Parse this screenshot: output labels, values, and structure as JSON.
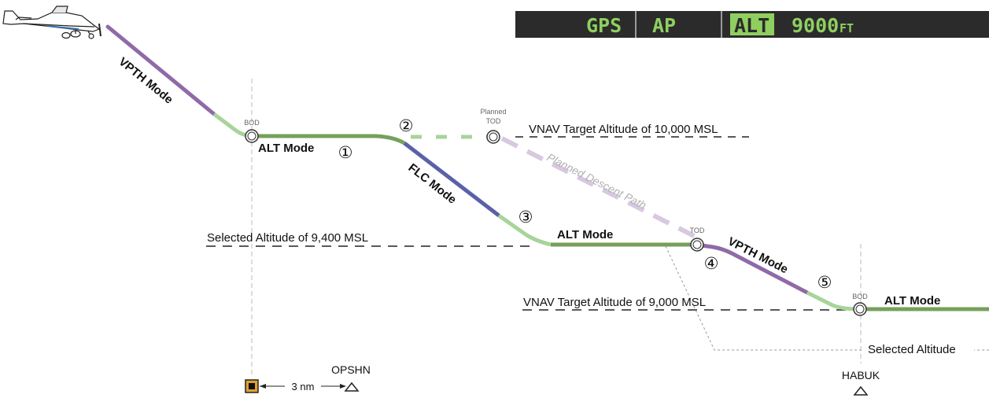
{
  "annunciator": {
    "lateral": "GPS",
    "vertical": "AP",
    "mode": "ALT",
    "altitude": "9000",
    "unit": "FT"
  },
  "labels": {
    "vpth_mode_1": "VPTH Mode",
    "alt_mode_1": "ALT Mode",
    "flc_mode": "FLC Mode",
    "alt_mode_2": "ALT Mode",
    "vpth_mode_2": "VPTH Mode",
    "alt_mode_3": "ALT Mode",
    "bod_1": "BOD",
    "bod_2": "BOD",
    "planned_tod_line1": "Planned",
    "planned_tod_line2": "TOD",
    "tod": "TOD",
    "vnav_target_10000": "VNAV Target Altitude of 10,000 MSL",
    "selected_9400": "Selected Altitude of 9,400 MSL",
    "vnav_target_9000": "VNAV Target Altitude of 9,000 MSL",
    "selected_altitude": "Selected Altitude",
    "planned_descent_path": "Planned Descent Path",
    "distance": "3 nm",
    "waypoint_opshn": "OPSHN",
    "waypoint_habuk": "HABUK"
  },
  "markers": [
    "①",
    "②",
    "③",
    "④",
    "⑤"
  ],
  "colors": {
    "vpth": "#8f6aa8",
    "alt": "#76a05c",
    "flc": "#5a61a8",
    "transition": "#a8d49a",
    "planned": "#d8c8e0",
    "annunciator_bg": "#2b2b2b",
    "annunciator_text": "#8fcf60",
    "waypoint_box": "#e0a030"
  }
}
